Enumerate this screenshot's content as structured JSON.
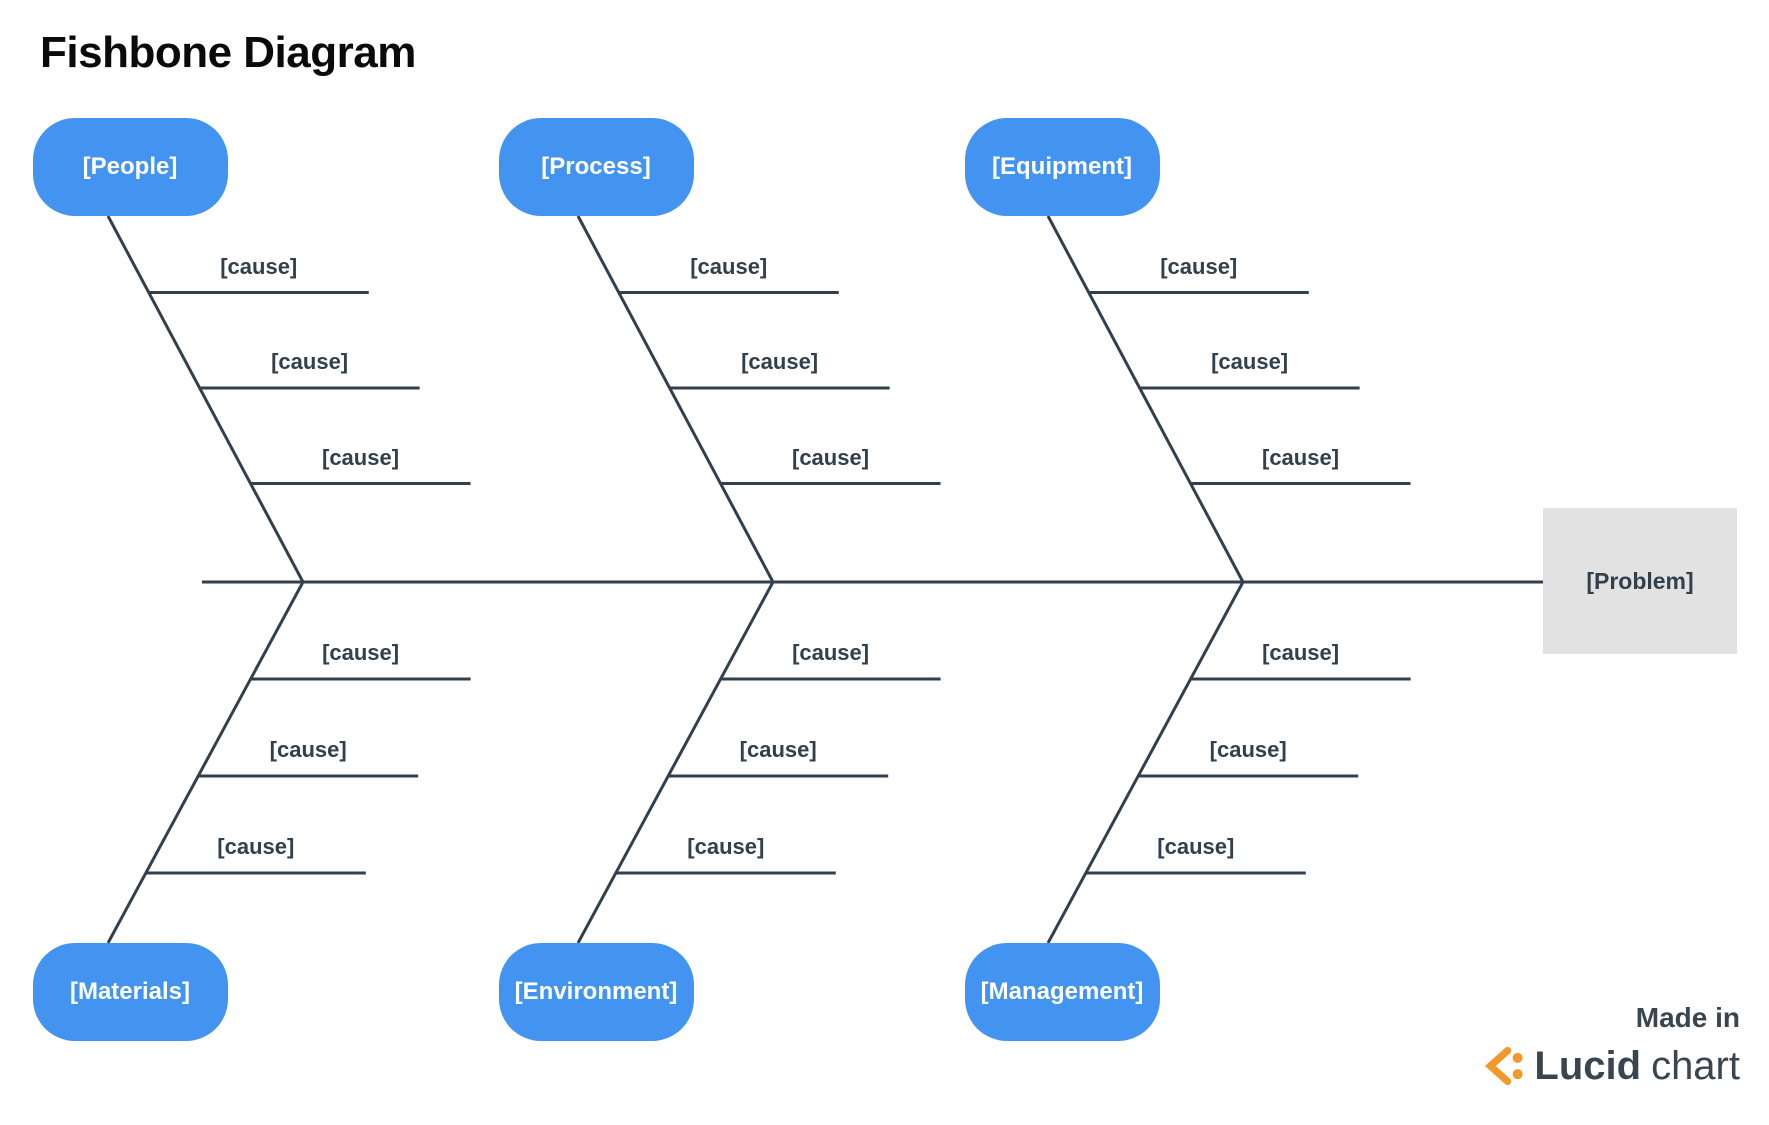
{
  "title": "Fishbone Diagram",
  "problem": {
    "label": "[Problem]"
  },
  "categories": [
    {
      "id": "people",
      "label": "[People]",
      "position": "top",
      "column": 0,
      "causes": [
        "[cause]",
        "[cause]",
        "[cause]"
      ]
    },
    {
      "id": "process",
      "label": "[Process]",
      "position": "top",
      "column": 1,
      "causes": [
        "[cause]",
        "[cause]",
        "[cause]"
      ]
    },
    {
      "id": "equipment",
      "label": "[Equipment]",
      "position": "top",
      "column": 2,
      "causes": [
        "[cause]",
        "[cause]",
        "[cause]"
      ]
    },
    {
      "id": "materials",
      "label": "[Materials]",
      "position": "bottom",
      "column": 0,
      "causes": [
        "[cause]",
        "[cause]",
        "[cause]"
      ]
    },
    {
      "id": "environment",
      "label": "[Environment]",
      "position": "bottom",
      "column": 1,
      "causes": [
        "[cause]",
        "[cause]",
        "[cause]"
      ]
    },
    {
      "id": "management",
      "label": "[Management]",
      "position": "bottom",
      "column": 2,
      "causes": [
        "[cause]",
        "[cause]",
        "[cause]"
      ]
    }
  ],
  "watermark": {
    "made_in": "Made in",
    "brand_bold": "Lucid",
    "brand_regular": "chart",
    "icon": "lucidchart-logo-icon"
  },
  "colors": {
    "category_fill": "#4294F0",
    "category_text": "#FFFFFF",
    "line": "#32404E",
    "cause_text": "#32404E",
    "problem_fill": "#E2E2E2",
    "problem_text": "#32404E",
    "title_text": "#0A0A0A",
    "brand_orange": "#F19A2B",
    "brand_text": "#3A4552"
  }
}
